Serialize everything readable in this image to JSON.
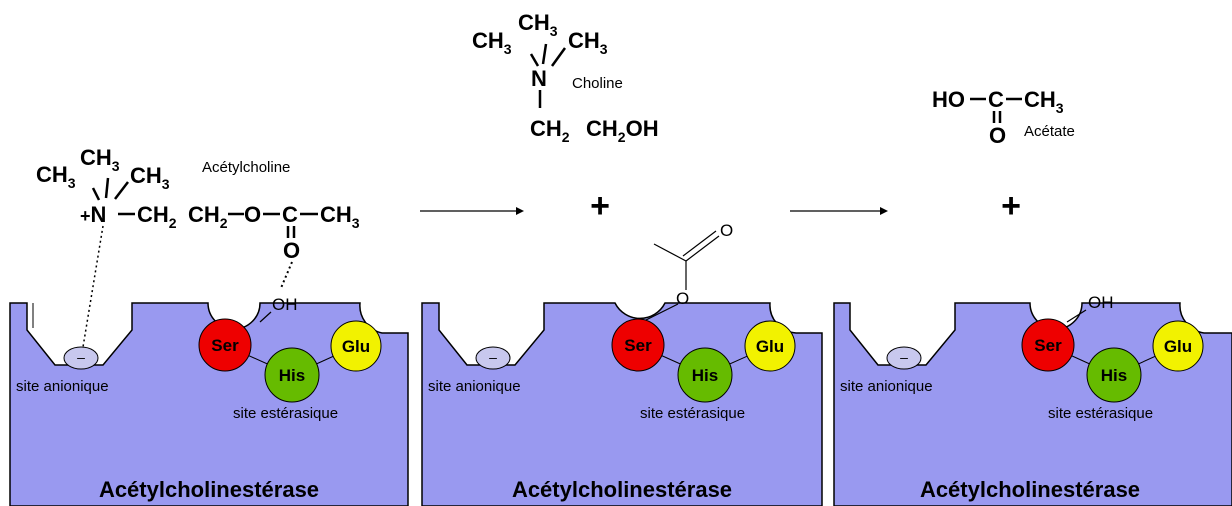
{
  "colors": {
    "enzyme": "#9999f0",
    "ser": "#ee0000",
    "his": "#66bb00",
    "glu": "#f2f200",
    "anion": "#c8c8ee"
  },
  "panels": [
    {
      "enzyme_label": "Acétylcholinestérase",
      "anionic_label": "site anionique",
      "anion_symbol": "–",
      "esteratic_label": "site estérasique",
      "residues": {
        "ser": "Ser",
        "his": "His",
        "glu": "Glu"
      },
      "substituent": "OH"
    },
    {
      "enzyme_label": "Acétylcholinestérase",
      "anionic_label": "site anionique",
      "anion_symbol": "–",
      "esteratic_label": "site estérasique",
      "residues": {
        "ser": "Ser",
        "his": "His",
        "glu": "Glu"
      },
      "substituent": "O"
    },
    {
      "enzyme_label": "Acétylcholinestérase",
      "anionic_label": "site anionique",
      "anion_symbol": "–",
      "esteratic_label": "site estérasique",
      "residues": {
        "ser": "Ser",
        "his": "His",
        "glu": "Glu"
      },
      "substituent": "OH"
    }
  ],
  "molecules": {
    "acetylcholine": {
      "name": "Acétylcholine",
      "ch3": "CH",
      "sub3": "3",
      "sub2": "2",
      "plus": "+",
      "n": "N",
      "chain_ch": "CH",
      "o": "O",
      "c": "C"
    },
    "choline": {
      "name": "Choline",
      "ch3": "CH",
      "sub3": "3",
      "sub2": "2",
      "n": "N",
      "ch2": "CH",
      "ch2oh": "CH",
      "oh": "OH"
    },
    "acetate": {
      "name": "Acétate",
      "ho": "HO",
      "c": "C",
      "ch3": "CH",
      "sub3": "3",
      "o": "O"
    },
    "acetyl_o": "O"
  },
  "plus_signs": [
    "+",
    "+"
  ]
}
